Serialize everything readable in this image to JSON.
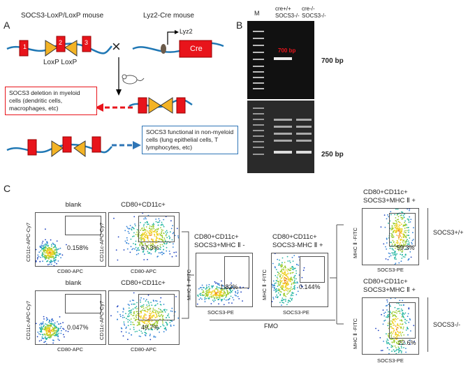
{
  "panel_a": {
    "letter": "A",
    "mouse1": "SOCS3-LoxP/LoxP mouse",
    "mouse2": "Lyz2-Cre mouse",
    "exon1": "1",
    "exon2": "2",
    "exon3": "3",
    "loxp": "LoxP LoxP",
    "lyz2": "Lyz2",
    "cre": "Cre",
    "cross": "×",
    "deletion_text": "SOCS3 deletion in myeloid cells (dendritic cells, macrophages, etc)",
    "functional_text": "SOCS3 functional in non-myeloid cells (lung epithelial cells, T lymphocytes, etc)"
  },
  "panel_b": {
    "letter": "B",
    "marker": "M",
    "lane1": "cre+/+\nSOCS3-/-",
    "lane2": "cre-/-\nSOCS3-/-",
    "band_700": "700 bp",
    "band_700_inline": "700 bp",
    "band_250": "250 bp"
  },
  "panel_c": {
    "letter": "C",
    "plots": [
      {
        "title": "blank",
        "ylabel": "CD11c-APC-Cy7",
        "xlabel": "CD80-APC",
        "pct": "0.158%"
      },
      {
        "title": "CD80+CD11c+",
        "ylabel": "CD11c-APC-Cy7",
        "xlabel": "CD80-APC",
        "pct": "67.3%"
      },
      {
        "title": "blank",
        "ylabel": "CD11c-APC-Cy7",
        "xlabel": "CD80-APC",
        "pct": "0.047%"
      },
      {
        "title": "CD80+CD11c+",
        "ylabel": "CD11c-APC-Cy7",
        "xlabel": "CD80-APC",
        "pct": "49.7%"
      },
      {
        "title": "CD80+CD11c+\nSOCS3+MHC Ⅱ -",
        "ylabel": "MHC Ⅱ -FITC",
        "xlabel": "SOCS3-PE",
        "pct": "1.82%"
      },
      {
        "title": "CD80+CD11c+\nSOCS3-MHC Ⅱ +",
        "ylabel": "MHC Ⅱ -FITC",
        "xlabel": "SOCS3-PE",
        "pct": "0.144%"
      },
      {
        "title": "CD80+CD11c+\nSOCS3+MHC Ⅱ +",
        "ylabel": "MHC Ⅱ -FITC",
        "xlabel": "SOCS3-PE",
        "pct": "59.3%"
      },
      {
        "title": "CD80+CD11c+\nSOCS3+MHC Ⅱ +",
        "ylabel": "MHC Ⅱ -FITC",
        "xlabel": "SOCS3-PE",
        "pct": "22.6%"
      }
    ],
    "fmo": "FMO",
    "group_pos": "SOCS3+/+",
    "group_neg": "SOCS3-/-"
  },
  "colors": {
    "exon": "#e8141b",
    "loxp": "#f3b325",
    "dna": "#1f77b4",
    "red_box": "#e8141b",
    "blue_box": "#2e75b6"
  }
}
